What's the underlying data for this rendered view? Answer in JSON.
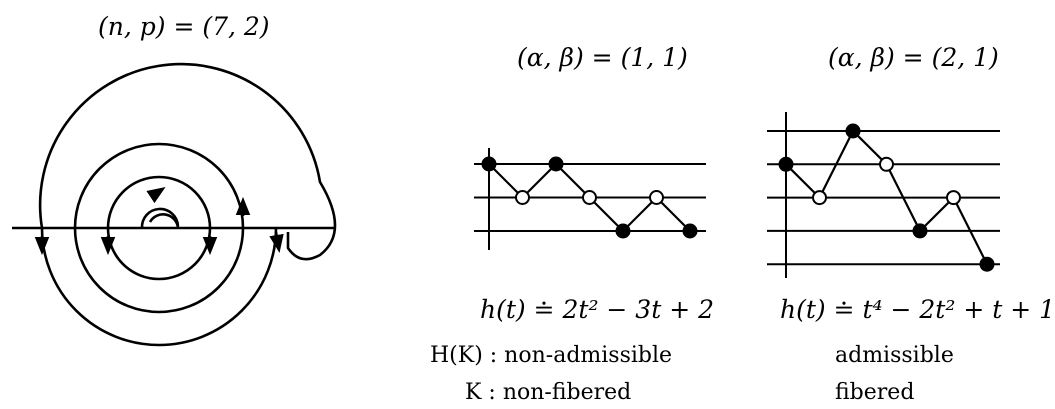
{
  "spiral": {
    "label": "(n, p) = (7, 2)"
  },
  "diagram_left": {
    "label": "(α, β) = (1, 1)",
    "polynomial": "h(t) ≐ 2t² − 3t + 2",
    "levels": 3,
    "points": [
      {
        "level": 3,
        "filled": true
      },
      {
        "level": 2,
        "filled": false
      },
      {
        "level": 3,
        "filled": true
      },
      {
        "level": 2,
        "filled": false
      },
      {
        "level": 1,
        "filled": true
      },
      {
        "level": 2,
        "filled": false
      },
      {
        "level": 1,
        "filled": true
      }
    ]
  },
  "diagram_right": {
    "label": "(α, β) = (2, 1)",
    "polynomial": "h(t) ≐ t⁴ − 2t² + t + 1",
    "levels": 5,
    "points": [
      {
        "level": 4,
        "filled": true
      },
      {
        "level": 3,
        "filled": false
      },
      {
        "level": 5,
        "filled": true
      },
      {
        "level": 4,
        "filled": false
      },
      {
        "level": 2,
        "filled": true
      },
      {
        "level": 3,
        "filled": false
      },
      {
        "level": 1,
        "filled": true
      }
    ]
  },
  "captions": {
    "row1_left": "H(K) : non-admissible",
    "row1_right": "admissible",
    "row2_left": "K : non-fibered",
    "row2_right": "fibered"
  }
}
